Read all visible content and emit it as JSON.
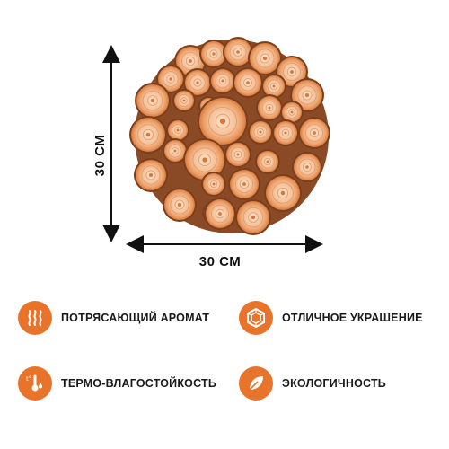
{
  "dimensions": {
    "width_label": "30 СМ",
    "height_label": "30 СМ"
  },
  "features": [
    {
      "label": "ПОТРЯСАЮЩИЙ АРОМАТ",
      "icon": "aroma-waves-icon"
    },
    {
      "label": "ОТЛИЧНОЕ УКРАШЕНИЕ",
      "icon": "gem-icon"
    },
    {
      "label": "ТЕРМО-ВЛАГОСТОЙКОСТЬ",
      "icon": "thermometer-icon"
    },
    {
      "label": "ЭКОЛОГИЧНОСТЬ",
      "icon": "leaf-icon"
    }
  ],
  "colors": {
    "accent": "#e8732a",
    "wood_light": "#f6d3b4",
    "wood_mid": "#eda271",
    "bark": "#7a3f1e"
  }
}
